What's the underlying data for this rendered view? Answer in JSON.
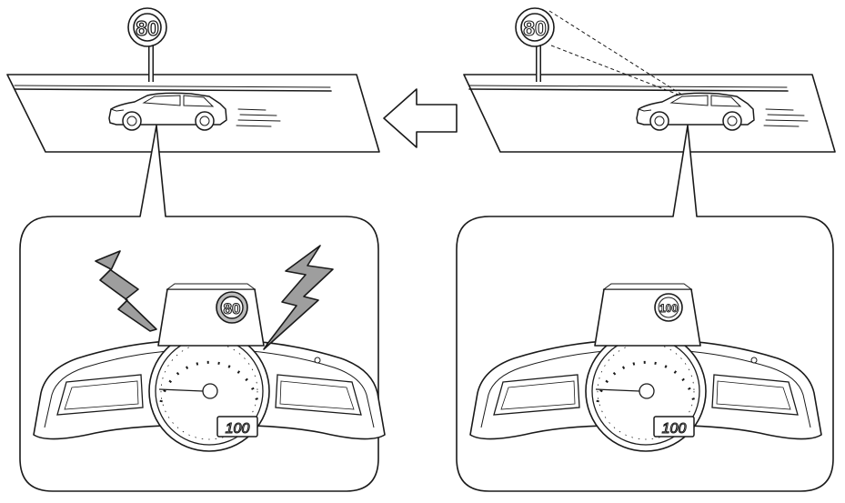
{
  "left_scene": {
    "roadside_sign_value": "80",
    "display_sign_value": "80",
    "speedometer_readout": "100",
    "warning_flashing": true
  },
  "right_scene": {
    "roadside_sign_value": "80",
    "display_sign_value": "100",
    "speedometer_readout": "100",
    "warning_flashing": false
  },
  "transition_arrow": {
    "direction": "left",
    "icon": "arrow-left-icon"
  },
  "colors": {
    "line": "#1a1a1a",
    "road": "#d9d9d9",
    "warning_fill": "#9e9e9e",
    "sign_highlight": "#bdbdbd"
  }
}
